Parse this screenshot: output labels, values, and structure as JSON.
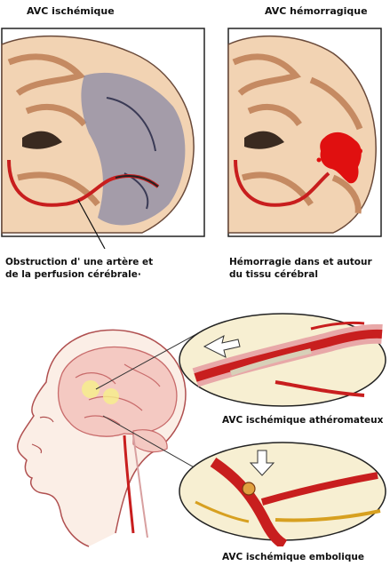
{
  "panels": {
    "ischemic": {
      "title": "AVC ischémique",
      "caption_line1": "Obstruction d' une artère et",
      "caption_line2": "de la perfusion cérébrale·"
    },
    "hemorrhagic": {
      "title": "AVC hémorragique",
      "caption_line1": "Hémorragie dans et autour",
      "caption_line2": "du tissu cérébral"
    }
  },
  "insets": {
    "atheromatous": {
      "label": "AVC ischémique athéromateux"
    },
    "embolic": {
      "label": "AVC ischémique embolique"
    }
  },
  "colors": {
    "brain_tissue": "#f2d3b3",
    "gray_matter": "#d9a27a",
    "ischemic_zone": "#8a8aa6",
    "hemorrhage": "#e01010",
    "artery": "#c81e1e",
    "skin_outline": "#b05050"
  }
}
